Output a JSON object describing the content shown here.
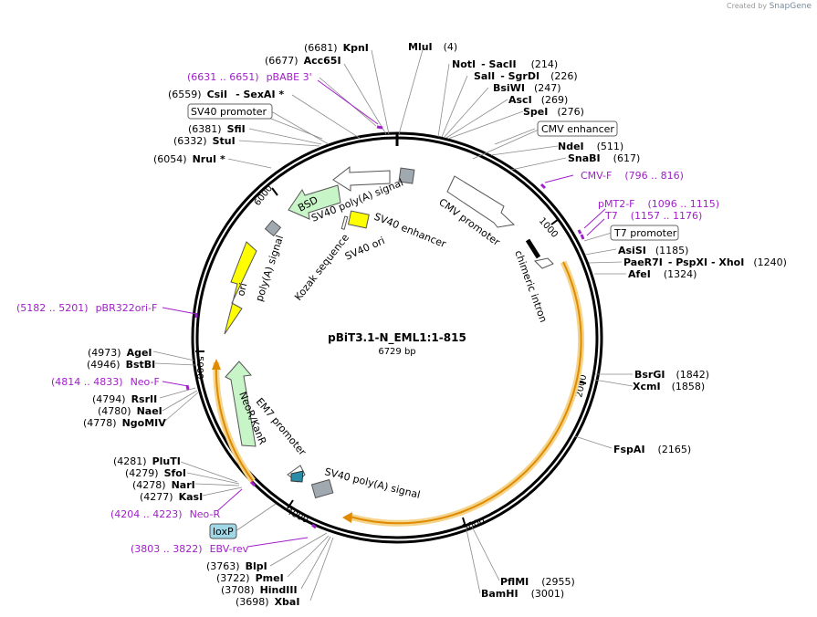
{
  "branding": {
    "created_by": "Created by",
    "product": "SnapGene"
  },
  "plasmid": {
    "name": "pBiT3.1-N_EML1:1-815",
    "size": "6729 bp"
  },
  "ticks": [
    "1000",
    "2000",
    "3000",
    "4000",
    "5000",
    "6000"
  ],
  "sites": [
    {
      "pos": "(6681)",
      "name": "KpnI",
      "extra": ""
    },
    {
      "pos": "(6677)",
      "name": "Acc65I",
      "extra": ""
    },
    {
      "pos": "(6559)",
      "name": "CsiI",
      "extra": "- SexAI *"
    },
    {
      "pos": "(6381)",
      "name": "SfiI",
      "extra": ""
    },
    {
      "pos": "(6332)",
      "name": "StuI",
      "extra": ""
    },
    {
      "pos": "(6054)",
      "name": "NruI *",
      "extra": ""
    },
    {
      "pos": "(4)",
      "name": "MluI",
      "extra": ""
    },
    {
      "pos": "(214)",
      "name": "NotI",
      "extra": "- SacII"
    },
    {
      "pos": "(226)",
      "name": "SalI",
      "extra": "- SgrDI"
    },
    {
      "pos": "(247)",
      "name": "BsiWI",
      "extra": ""
    },
    {
      "pos": "(269)",
      "name": "AscI",
      "extra": ""
    },
    {
      "pos": "(276)",
      "name": "SpeI",
      "extra": ""
    },
    {
      "pos": "(511)",
      "name": "NdeI",
      "extra": ""
    },
    {
      "pos": "(617)",
      "name": "SnaBI",
      "extra": ""
    },
    {
      "pos": "(1185)",
      "name": "AsiSI",
      "extra": ""
    },
    {
      "pos": "(1240)",
      "name": "PaeR7I",
      "extra": "- PspXI - XhoI"
    },
    {
      "pos": "(1324)",
      "name": "AfeI",
      "extra": ""
    },
    {
      "pos": "(1842)",
      "name": "BsrGI",
      "extra": ""
    },
    {
      "pos": "(1858)",
      "name": "XcmI",
      "extra": ""
    },
    {
      "pos": "(2165)",
      "name": "FspAI",
      "extra": ""
    },
    {
      "pos": "(2955)",
      "name": "PflMI",
      "extra": ""
    },
    {
      "pos": "(3001)",
      "name": "BamHI",
      "extra": ""
    },
    {
      "pos": "(3763)",
      "name": "BlpI",
      "extra": ""
    },
    {
      "pos": "(3722)",
      "name": "PmeI",
      "extra": ""
    },
    {
      "pos": "(3708)",
      "name": "HindIII",
      "extra": ""
    },
    {
      "pos": "(3698)",
      "name": "XbaI",
      "extra": ""
    },
    {
      "pos": "(4281)",
      "name": "PluTI",
      "extra": ""
    },
    {
      "pos": "(4279)",
      "name": "SfoI",
      "extra": ""
    },
    {
      "pos": "(4278)",
      "name": "NarI",
      "extra": ""
    },
    {
      "pos": "(4277)",
      "name": "KasI",
      "extra": ""
    },
    {
      "pos": "(4973)",
      "name": "AgeI",
      "extra": ""
    },
    {
      "pos": "(4946)",
      "name": "BstBI",
      "extra": ""
    },
    {
      "pos": "(4794)",
      "name": "RsrII",
      "extra": ""
    },
    {
      "pos": "(4780)",
      "name": "NaeI",
      "extra": ""
    },
    {
      "pos": "(4778)",
      "name": "NgoMIV",
      "extra": ""
    }
  ],
  "primers": [
    {
      "range": "(6631 .. 6651)",
      "name": "pBABE 3'"
    },
    {
      "range": "(796 .. 816)",
      "name": "CMV-F"
    },
    {
      "range": "(1096 .. 1115)",
      "name": "pMT2-F"
    },
    {
      "range": "(1157 .. 1176)",
      "name": "T7"
    },
    {
      "range": "(5182 .. 5201)",
      "name": "pBR322ori-F"
    },
    {
      "range": "(4814 .. 4833)",
      "name": "Neo-F"
    },
    {
      "range": "(4204 .. 4223)",
      "name": "Neo-R"
    },
    {
      "range": "(3803 .. 3822)",
      "name": "EBV-rev"
    }
  ],
  "boxed_features": {
    "sv40_promoter": "SV40 promoter",
    "cmv_enhancer": "CMV enhancer",
    "t7_promoter": "T7 promoter",
    "loxp": "loxP"
  },
  "features": {
    "sv40_polya_top": "SV40 poly(A) signal",
    "cmv_promoter": "CMV promoter",
    "sv40_enhancer": "SV40 enhancer",
    "sv40_ori": "SV40 ori",
    "kozak": "Kozak sequence",
    "chimeric_intron": "chimeric intron",
    "bsd": "BSD",
    "polya_signal": "poly(A) signal",
    "ori": "ori",
    "em7_promoter": "EM7 promoter",
    "neor": "NeoR/KanR",
    "sv40_polya_bottom": "SV40 poly(A) signal"
  },
  "colors": {
    "primer": "#a020c8",
    "ori": "#ffff00",
    "marker": "#c8f5c8",
    "orf": "#ffa500",
    "loxp": "#a0d8e8",
    "grey_feature": "#a0a8b0"
  }
}
